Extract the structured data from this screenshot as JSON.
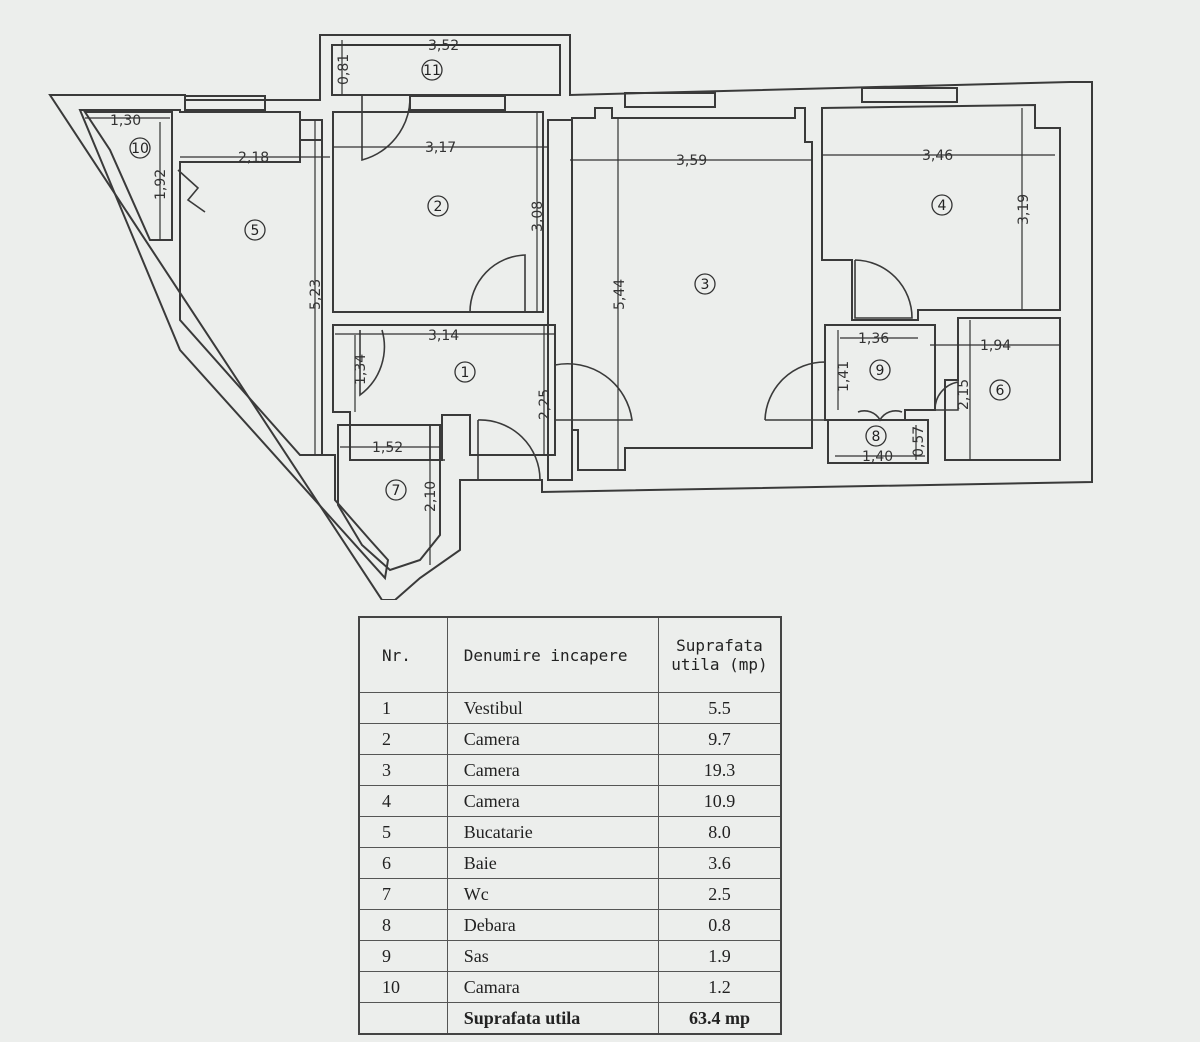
{
  "plan": {
    "rooms": [
      {
        "id": "room-1",
        "label": "1"
      },
      {
        "id": "room-2",
        "label": "2"
      },
      {
        "id": "room-3",
        "label": "3"
      },
      {
        "id": "room-4",
        "label": "4"
      },
      {
        "id": "room-5",
        "label": "5"
      },
      {
        "id": "room-6",
        "label": "6"
      },
      {
        "id": "room-7",
        "label": "7"
      },
      {
        "id": "room-8",
        "label": "8"
      },
      {
        "id": "room-9",
        "label": "9"
      },
      {
        "id": "room-10",
        "label": "10"
      },
      {
        "id": "room-11",
        "label": "11"
      }
    ],
    "dimensions": {
      "d_3_52": "3,52",
      "d_0_81": "0,81",
      "d_1_30": "1,30",
      "d_1_92": "1,92",
      "d_2_18": "2,18",
      "d_3_17": "3,17",
      "d_3_08": "3,08",
      "d_3_59": "3,59",
      "d_3_46": "3,46",
      "d_3_19": "3,19",
      "d_5_23": "5,23",
      "d_5_44": "5,44",
      "d_3_14": "3,14",
      "d_1_34": "1,34",
      "d_2_25": "2,25",
      "d_1_52": "1,52",
      "d_2_10": "2,10",
      "d_1_36": "1,36",
      "d_1_41": "1,41",
      "d_1_94": "1,94",
      "d_2_15": "2,15",
      "d_1_40": "1,40",
      "d_0_57": "0,57"
    }
  },
  "table": {
    "header": {
      "nr": "Nr.",
      "name": "Denumire incapere",
      "area_line1": "Suprafata",
      "area_line2": "utila (mp)"
    },
    "rows": [
      {
        "nr": "1",
        "name": "Vestibul",
        "area": "5.5"
      },
      {
        "nr": "2",
        "name": "Camera",
        "area": "9.7"
      },
      {
        "nr": "3",
        "name": "Camera",
        "area": "19.3"
      },
      {
        "nr": "4",
        "name": "Camera",
        "area": "10.9"
      },
      {
        "nr": "5",
        "name": "Bucatarie",
        "area": "8.0"
      },
      {
        "nr": "6",
        "name": "Baie",
        "area": "3.6"
      },
      {
        "nr": "7",
        "name": "Wc",
        "area": "2.5"
      },
      {
        "nr": "8",
        "name": "Debara",
        "area": "0.8"
      },
      {
        "nr": "9",
        "name": "Sas",
        "area": "1.9"
      },
      {
        "nr": "10",
        "name": "Camara",
        "area": "1.2"
      }
    ],
    "total": {
      "label": "Suprafata utila",
      "area": "63.4 mp"
    }
  }
}
